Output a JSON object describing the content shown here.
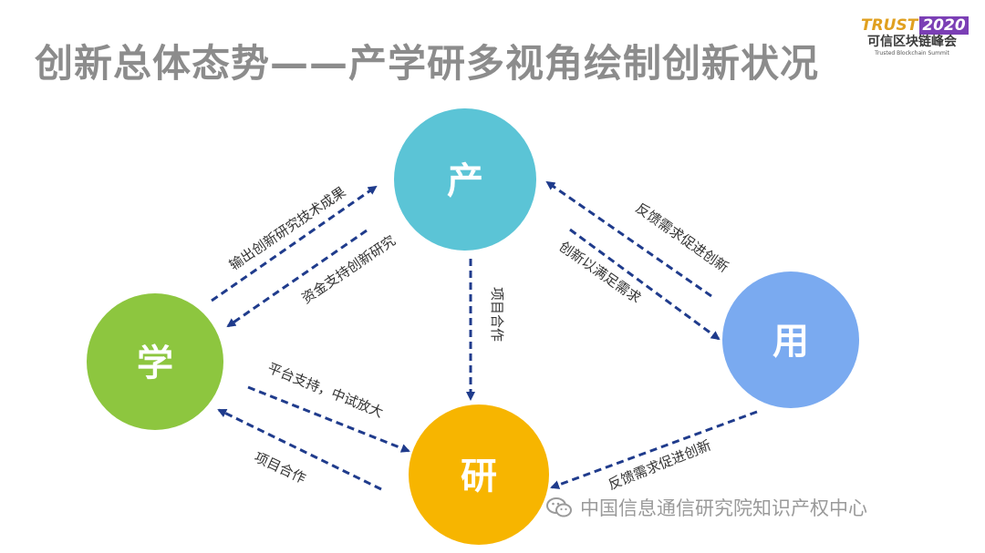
{
  "title": "创新总体态势——产学研多视角绘制创新状况",
  "logo": {
    "brand": "TRUST",
    "year": "2020",
    "name": "可信区块链峰会",
    "subtitle": "Trusted Blockchain Summit"
  },
  "nodes": {
    "chan": {
      "label": "产",
      "color": "#5bc4d6"
    },
    "xue": {
      "label": "学",
      "color": "#8dc63f"
    },
    "yan": {
      "label": "研",
      "color": "#f7b500"
    },
    "yong": {
      "label": "用",
      "color": "#7aaaf0"
    }
  },
  "edge_labels": {
    "xue_to_chan": "输出创新研究技术成果",
    "chan_to_xue": "资金支持创新研究",
    "chan_to_yan": "项目合作",
    "yong_to_chan": "反馈需求促进创新",
    "chan_to_yong": "创新以满足需求",
    "yan_to_xue_upper": "平台支持，中试放大",
    "xue_to_yan_lower": "项目合作",
    "yong_to_yan": "反馈需求促进创新"
  },
  "colors": {
    "arrow": "#1f3b8c",
    "title": "#8c8c8c",
    "label": "#333333"
  },
  "watermark": {
    "icon": "wechat-icon",
    "text": "中国信息通信研究院知识产权中心"
  }
}
